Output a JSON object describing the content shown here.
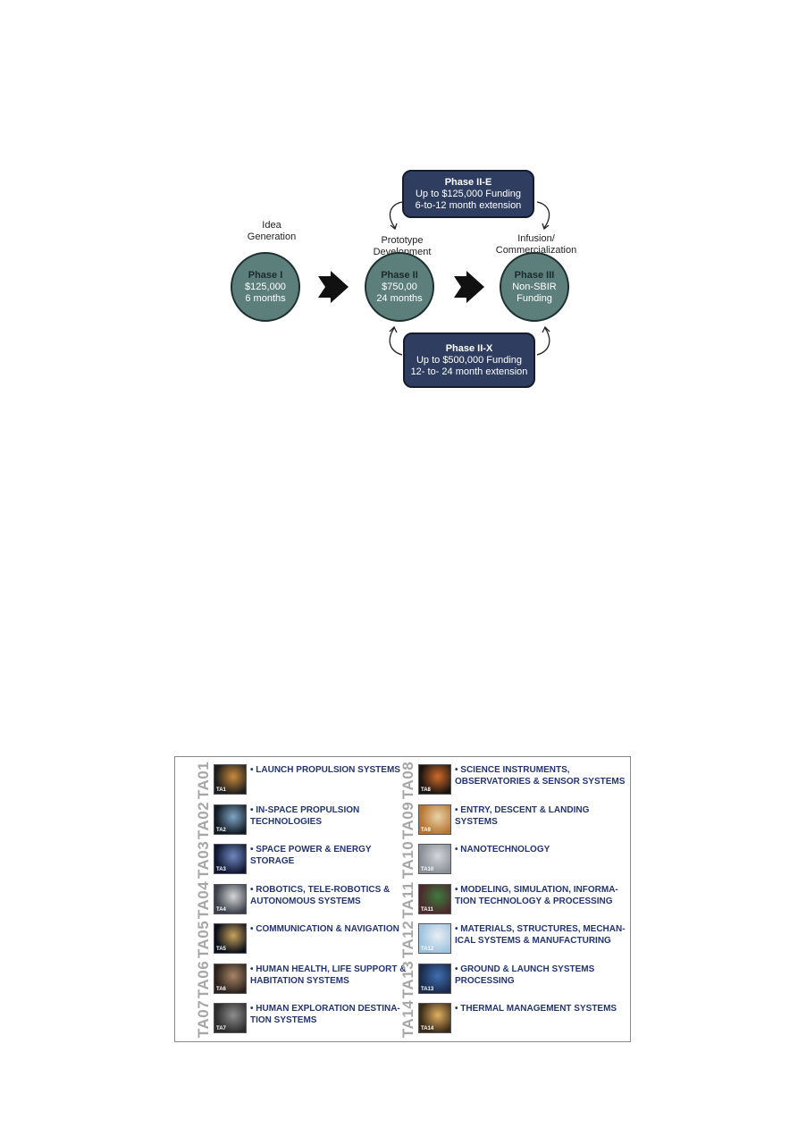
{
  "flow": {
    "labels": {
      "idea": [
        "Idea",
        "Generation"
      ],
      "prototype": [
        "Prototype",
        "Development"
      ],
      "infusion": [
        "Infusion/",
        "Commercialization"
      ]
    },
    "phase1": {
      "title": "Phase I",
      "line1": "$125,000",
      "line2": "6 months"
    },
    "phase2": {
      "title": "Phase II",
      "line1": "$750,00",
      "line2": "24 months"
    },
    "phase3": {
      "title": "Phase III",
      "line1": "Non-SBIR",
      "line2": "Funding"
    },
    "phase2e": {
      "title": "Phase II-E",
      "line1": "Up to $125,000 Funding",
      "line2": "6-to-12 month extension"
    },
    "phase2x": {
      "title": "Phase II-X",
      "line1": "Up to $500,000 Funding",
      "line2": "12- to- 24 month extension"
    },
    "colors": {
      "circle": "#5d7f7c",
      "box": "#2f3e60",
      "arrow": "#111111"
    }
  },
  "tech_areas": {
    "left": [
      {
        "code": "TA01",
        "mini": "TA1",
        "lines": [
          "• Launch Propulsion Systems"
        ],
        "icon": "launch-propulsion-icon"
      },
      {
        "code": "TA02",
        "mini": "TA2",
        "lines": [
          "• In-Space Propulsion",
          "Technologies"
        ],
        "icon": "in-space-propulsion-icon"
      },
      {
        "code": "TA03",
        "mini": "TA3",
        "lines": [
          "• Space Power & Energy",
          "Storage"
        ],
        "icon": "space-power-icon"
      },
      {
        "code": "TA04",
        "mini": "TA4",
        "lines": [
          "• Robotics, Tele-Robotics &",
          "Autonomous Systems"
        ],
        "icon": "robotics-icon"
      },
      {
        "code": "TA05",
        "mini": "TA5",
        "lines": [
          "• Communication & Navigation"
        ],
        "icon": "communication-icon"
      },
      {
        "code": "TA06",
        "mini": "TA6",
        "lines": [
          "• Human Health, Life Support &",
          "Habitation Systems"
        ],
        "icon": "human-health-icon"
      },
      {
        "code": "TA07",
        "mini": "TA7",
        "lines": [
          "• Human Exploration Destina-",
          "tion Systems"
        ],
        "icon": "human-exploration-icon"
      }
    ],
    "right": [
      {
        "code": "TA08",
        "mini": "TA8",
        "lines": [
          "• Science Instruments,",
          "Observatories & Sensor Systems"
        ],
        "icon": "science-instruments-icon"
      },
      {
        "code": "TA09",
        "mini": "TA9",
        "lines": [
          "• Entry, Descent & Landing",
          "Systems"
        ],
        "icon": "entry-descent-icon"
      },
      {
        "code": "TA10",
        "mini": "TA10",
        "lines": [
          "• Nanotechnology"
        ],
        "icon": "nanotechnology-icon"
      },
      {
        "code": "TA11",
        "mini": "TA11",
        "lines": [
          "• Modeling, Simulation, Informa-",
          "tion Technology & Processing"
        ],
        "icon": "modeling-icon"
      },
      {
        "code": "TA12",
        "mini": "TA12",
        "lines": [
          "• Materials, Structures, Mechan-",
          "ical Systems & Manufacturing"
        ],
        "icon": "materials-icon"
      },
      {
        "code": "TA13",
        "mini": "TA13",
        "lines": [
          "• Ground & Launch Systems",
          "Processing"
        ],
        "icon": "ground-launch-icon"
      },
      {
        "code": "TA14",
        "mini": "TA14",
        "lines": [
          "• Thermal Management Systems"
        ],
        "icon": "thermal-management-icon"
      }
    ]
  }
}
